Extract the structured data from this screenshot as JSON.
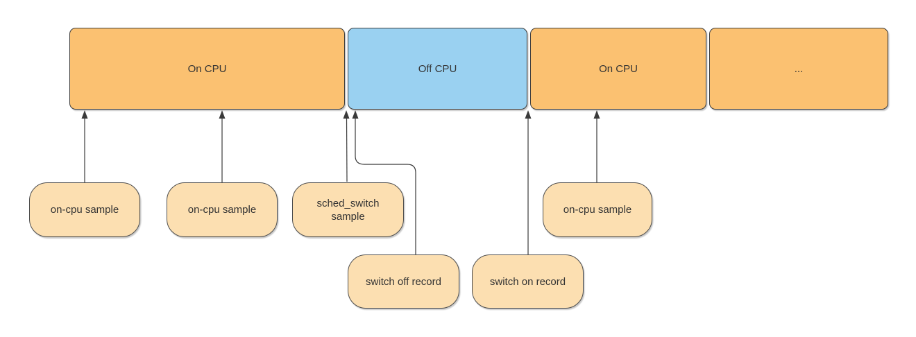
{
  "diagram": {
    "description": "CPU on/off timeline with profiler sample and sched_switch record annotations",
    "colors": {
      "on_cpu_fill": "#fbc171",
      "off_cpu_fill": "#9ad1f1",
      "annotation_fill": "#fcdfb1",
      "stroke": "#3b3b3b",
      "connector": "#3a3a3a",
      "text": "#333333",
      "background": "#ffffff"
    },
    "timeline": {
      "blocks": [
        {
          "label": "On CPU",
          "state": "on-cpu"
        },
        {
          "label": "Off CPU",
          "state": "off-cpu"
        },
        {
          "label": "On CPU",
          "state": "on-cpu"
        },
        {
          "label": "...",
          "state": "on-cpu"
        }
      ]
    },
    "annotations": {
      "samples": [
        {
          "label": "on-cpu sample"
        },
        {
          "label": "on-cpu sample"
        },
        {
          "label": "sched_switch sample"
        },
        {
          "label": "on-cpu sample"
        }
      ],
      "records": [
        {
          "label": "switch off record"
        },
        {
          "label": "switch on record"
        }
      ]
    }
  }
}
